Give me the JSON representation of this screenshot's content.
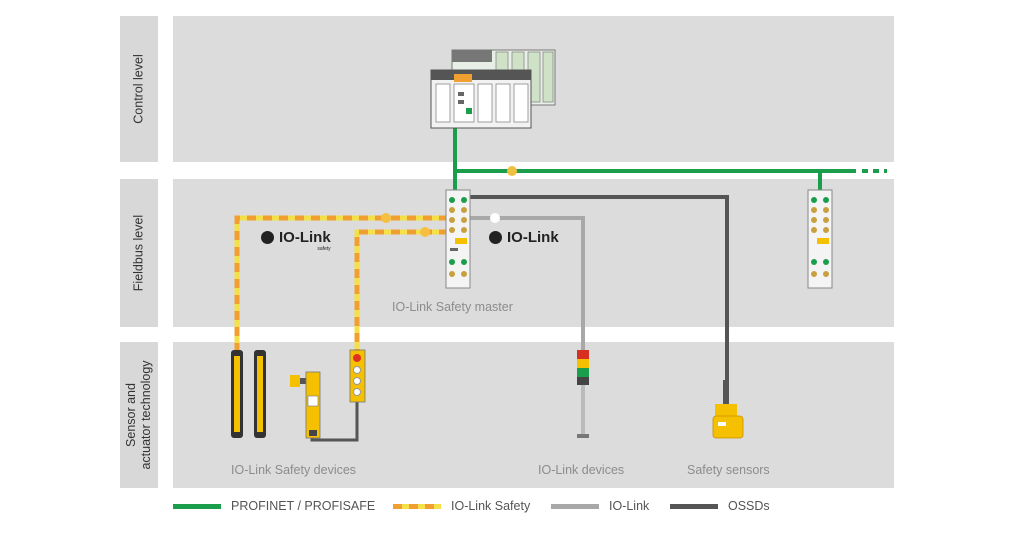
{
  "levels": {
    "control": "Control level",
    "fieldbus": "Fieldbus level",
    "sensor": "Sensor and\nactuator technology"
  },
  "logos": {
    "iolink_safety": "IO-Link",
    "iolink_safety_sub": "safety",
    "iolink": "IO-Link"
  },
  "captions": {
    "master": "IO-Link Safety master",
    "safety_devices": "IO-Link Safety devices",
    "iolink_devices": "IO-Link devices",
    "safety_sensors": "Safety sensors"
  },
  "legend": [
    {
      "label": "PROFINET / PROFISAFE",
      "color": "#1a9e4b"
    },
    {
      "label": "IO-Link Safety",
      "color": "#f0a030"
    },
    {
      "label": "IO-Link",
      "color": "#a8a8a8"
    },
    {
      "label": "OSSDs",
      "color": "#555555"
    }
  ],
  "colors": {
    "profinet": "#1a9e4b",
    "safety_orange": "#f0a030",
    "safety_yellow": "#f5e04a",
    "iolink": "#a8a8a8",
    "ossd": "#555555",
    "band": "#dcdcdc"
  }
}
